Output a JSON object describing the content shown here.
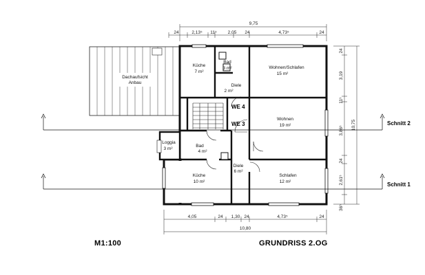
{
  "plan": {
    "scale": "M1:100",
    "title": "GRUNDRISS 2.OG",
    "section_1": "Schnitt 1",
    "section_2": "Schnitt 2",
    "roof_label_1": "Dachaufsicht",
    "roof_label_2": "Anbau",
    "we_4": "WE 4",
    "we_3": "WE 3"
  },
  "rooms": {
    "kueche_top": {
      "name": "Küche",
      "area": "7 m²"
    },
    "bad_top": {
      "name": "Bad",
      "area": "3 m²"
    },
    "wohnen_schlafen": {
      "name": "Wohnen/Schlafen",
      "area": "15 m²"
    },
    "diele_top": {
      "name": "Diele",
      "area": "2 m²"
    },
    "wohnen": {
      "name": "Wohnen",
      "area": "19 m²"
    },
    "loggia": {
      "name": "Loggia",
      "area": "3 m²"
    },
    "bad_bottom": {
      "name": "Bad",
      "area": "4 m²"
    },
    "kueche_bottom": {
      "name": "Küche",
      "area": "10 m²"
    },
    "diele_bottom": {
      "name": "Diele",
      "area": "6 m²"
    },
    "schlafen": {
      "name": "Schlafen",
      "area": "12 m²"
    }
  },
  "dims_top": {
    "total": "9,75",
    "d1": "24",
    "d2": "2,13⁵",
    "d3": "11⁵",
    "d4": "2,05",
    "d5": "24",
    "d6": "4,73⁵",
    "d7": "24"
  },
  "dims_bottom": {
    "total": "10,80",
    "d1": "4,05",
    "d2": "24",
    "d3": "1,30",
    "d4": "24",
    "d5": "4,73⁵",
    "d6": "24"
  },
  "dims_right": {
    "total": "10,75",
    "d1": "24",
    "d2": "3,19",
    "d3": "11⁵",
    "d4": "3,86⁵",
    "d5": "24",
    "d6": "2,61⁵",
    "d7": "36⁵"
  }
}
